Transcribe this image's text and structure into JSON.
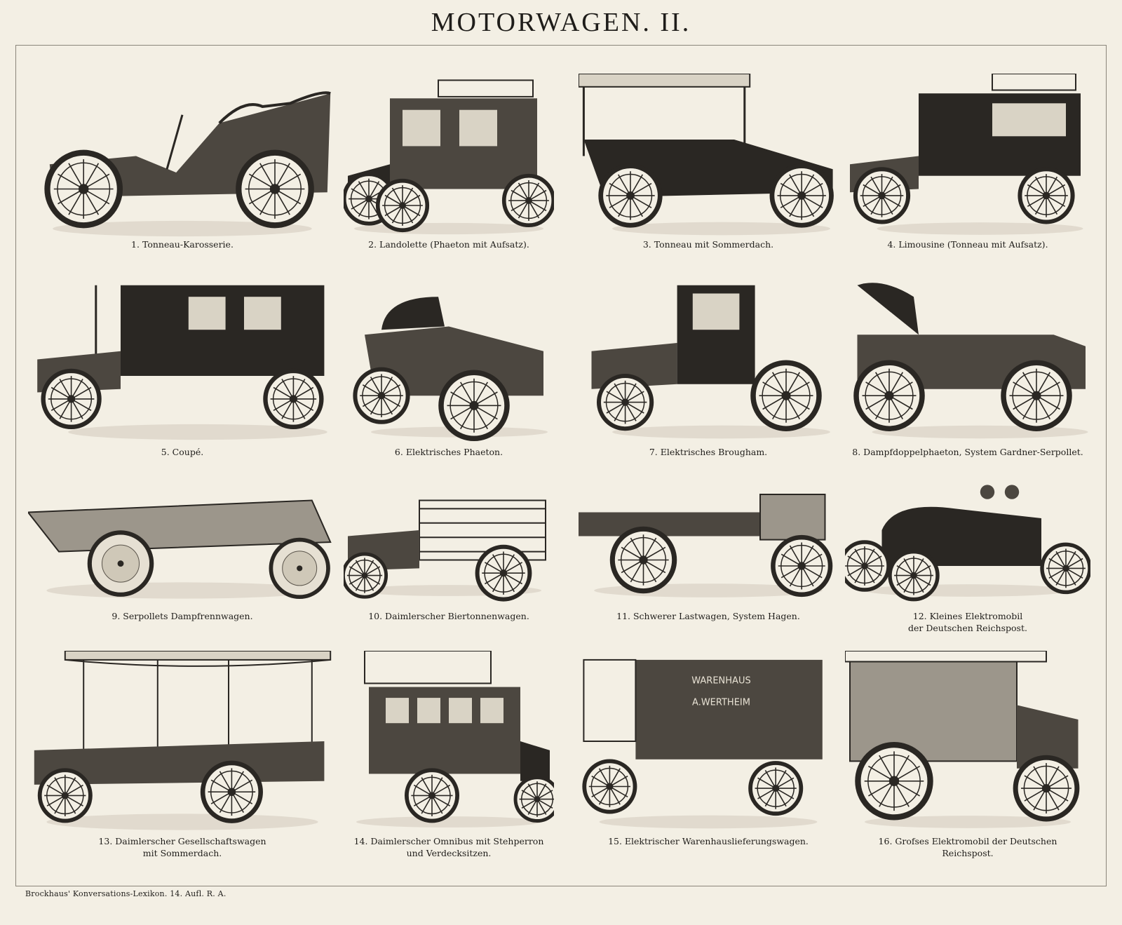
{
  "plate": {
    "title": "MOTORWAGEN. II.",
    "footer": "Brockhaus' Konversations-Lexikon. 14. Aufl. R. A."
  },
  "figures": [
    {
      "caption": "1. Tonneau-Karosserie."
    },
    {
      "caption": "2. Landolette (Phaeton mit Aufsatz)."
    },
    {
      "caption": "3. Tonneau mit Sommerdach."
    },
    {
      "caption": "4. Limousine (Tonneau mit Aufsatz)."
    },
    {
      "caption": "5. Coupé."
    },
    {
      "caption": "6. Elektrisches Phaeton."
    },
    {
      "caption": "7. Elektrisches Brougham."
    },
    {
      "caption": "8. Dampfdoppelphaeton, System Gardner-Serpollet."
    },
    {
      "caption": "9. Serpollets Dampfrennwagen."
    },
    {
      "caption": "10. Daimlerscher Biertonnenwagen."
    },
    {
      "caption": "11. Schwerer Lastwagen, System Hagen."
    },
    {
      "caption": "12. Kleines Elektromobil\nder Deutschen Reichspost."
    },
    {
      "caption": "13. Daimlerscher Gesellschaftswagen\nmit Sommerdach."
    },
    {
      "caption": "14. Daimlerscher Omnibus mit Stehperron\nund Verdecksitzen."
    },
    {
      "caption": "15. Elektrischer Warenhauslieferungswagen."
    },
    {
      "caption": "16. Grofses Elektromobil der Deutschen\nReichspost."
    }
  ],
  "signage": {
    "van_15": [
      "WARENHAUS",
      "A.WERTHEIM"
    ]
  },
  "colors": {
    "paper": "#f3efe4",
    "ink": "#2a2723"
  }
}
